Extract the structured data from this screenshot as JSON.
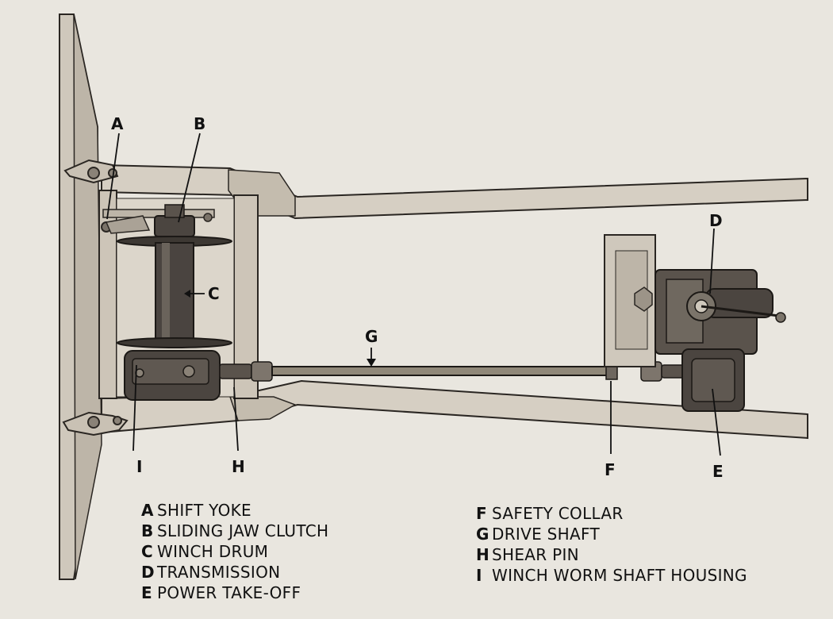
{
  "callouts": {
    "a": "A",
    "b": "B",
    "c": "C",
    "d": "D",
    "e": "E",
    "f": "F",
    "g": "G",
    "h": "H",
    "i": "I"
  },
  "legend_left": [
    {
      "key": "A",
      "text": "SHIFT YOKE"
    },
    {
      "key": "B",
      "text": "SLIDING JAW CLUTCH"
    },
    {
      "key": "C",
      "text": "WINCH DRUM"
    },
    {
      "key": "D",
      "text": "TRANSMISSION"
    },
    {
      "key": "E",
      "text": "POWER TAKE-OFF"
    }
  ],
  "legend_right": [
    {
      "key": "F",
      "text": "SAFETY COLLAR"
    },
    {
      "key": "G",
      "text": "DRIVE SHAFT"
    },
    {
      "key": "H",
      "text": "SHEAR PIN"
    },
    {
      "key": "I",
      "text": "WINCH WORM SHAFT HOUSING"
    }
  ]
}
